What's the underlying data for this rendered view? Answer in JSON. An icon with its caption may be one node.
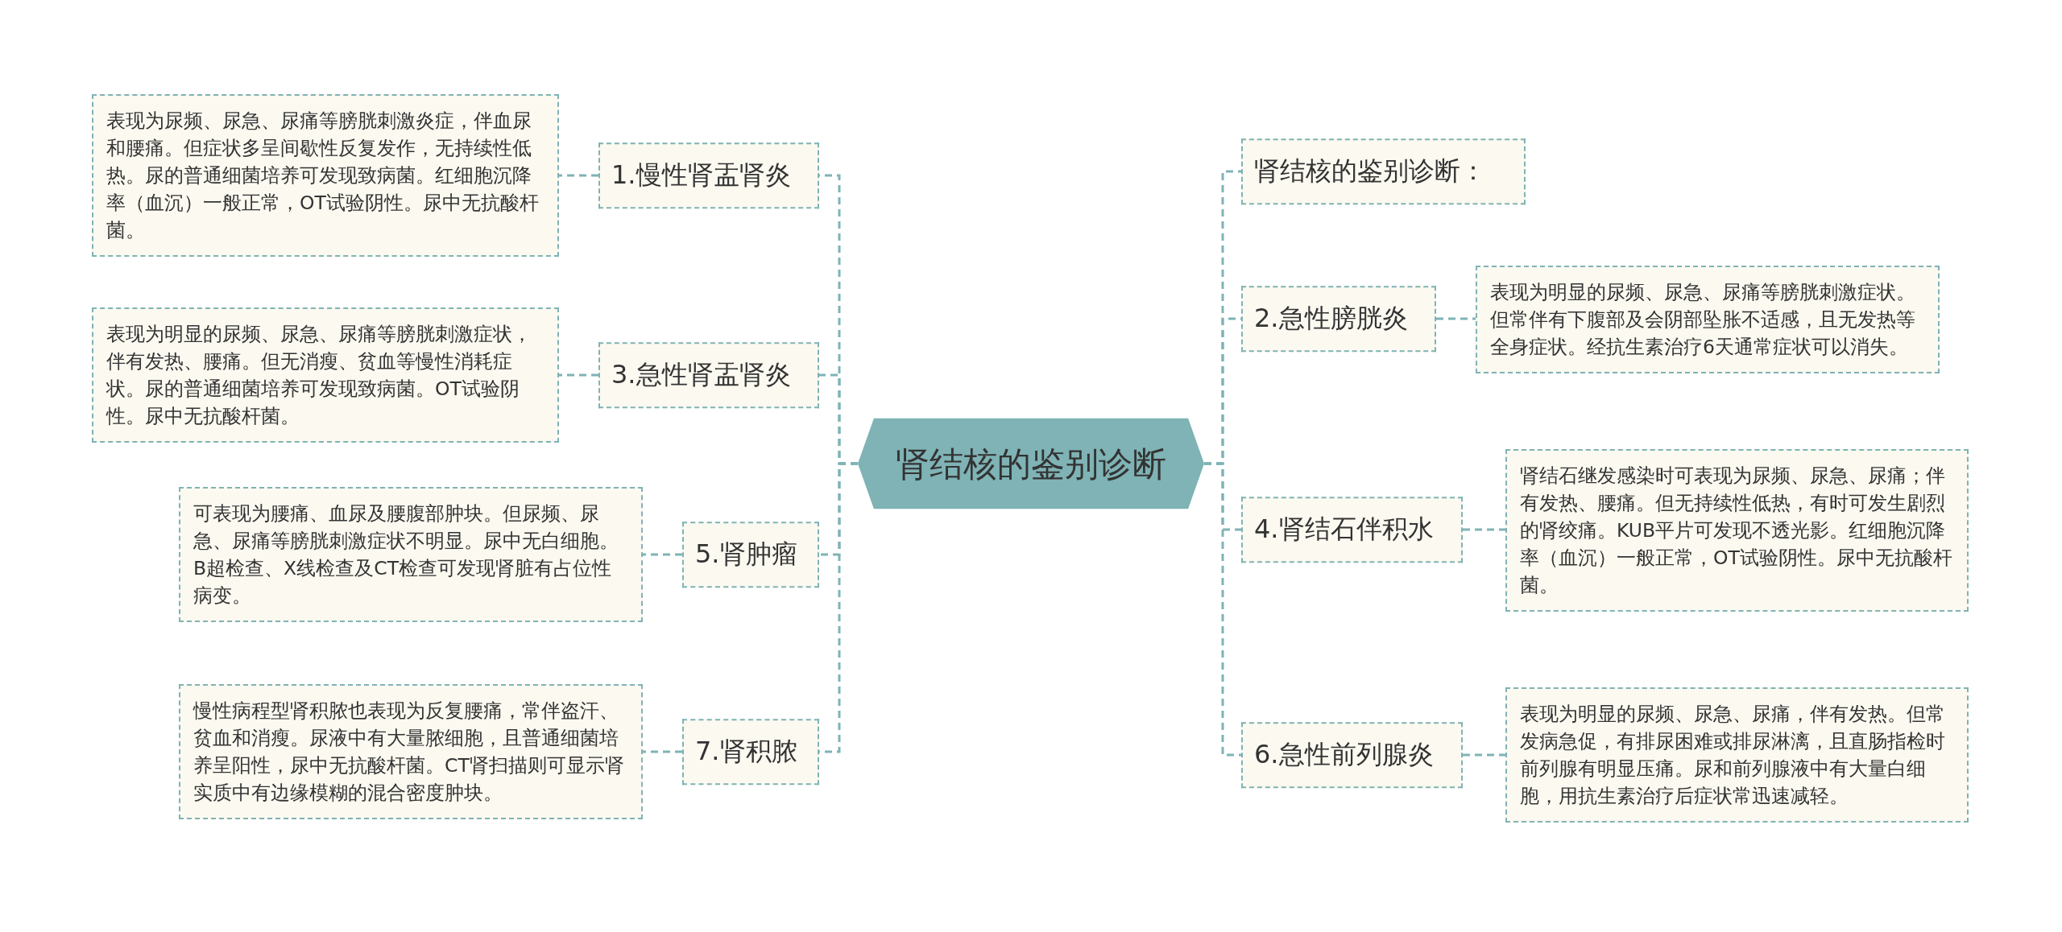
{
  "diagram": {
    "nodes": [
      {
        "text": [
          "肾结核的鉴别诊断"
        ]
      },
      {
        "text": [
          "1.慢性肾盂肾炎"
        ]
      },
      {
        "text": [
          "表现为尿频、尿急、尿痛等膀胱刺激炎症，伴血尿和腰痛。但症状多呈间歇性反复发作，无持续性低热。尿的普通细菌培养可发现致病菌。红细胞沉降率（血沉）一般正常，OT试验阴性。尿中无抗酸杆菌。"
        ]
      },
      {
        "text": [
          "3.急性肾盂肾炎"
        ]
      },
      {
        "text": [
          "表现为明显的尿频、尿急、尿痛等膀胱刺激症状，伴有发热、腰痛。但无消瘦、贫血等慢性消耗症状。尿的普通细菌培养可发现致病菌。OT试验阴性。尿中无抗酸杆菌。"
        ]
      },
      {
        "text": [
          "5.肾肿瘤"
        ]
      },
      {
        "text": [
          "可表现为腰痛、血尿及腰腹部肿块。但尿频、尿急、尿痛等膀胱刺激症状不明显。尿中无白细胞。B超检查、X线检查及CT检查可发现肾脏有占位性病变。"
        ]
      },
      {
        "text": [
          "7.肾积脓"
        ]
      },
      {
        "text": [
          "慢性病程型肾积脓也表现为反复腰痛，常伴盗汗、贫血和消瘦。尿液中有大量脓细胞，且普通细菌培养呈阳性，尿中无抗酸杆菌。CT肾扫描则可显示肾实质中有边缘模糊的混合密度肿块。"
        ]
      },
      {
        "text": [
          "肾结核的鉴别诊断："
        ]
      },
      {
        "text": [
          "2.急性膀胱炎"
        ]
      },
      {
        "text": [
          "表现为明显的尿频、尿急、尿痛等膀胱刺激症状。但常伴有下腹部及会阴部坠胀不适感，且无发热等全身症状。经抗生素治疗6天通常症状可以消失。"
        ]
      },
      {
        "text": [
          "4.肾结石伴积水"
        ]
      },
      {
        "text": [
          "肾结石继发感染时可表现为尿频、尿急、尿痛；伴有发热、腰痛。但无持续性低热，有时可发生剧烈的肾绞痛。KUB平片可发现不透光影。红细胞沉降率（血沉）一般正常，OT试验阴性。尿中无抗酸杆菌。"
        ]
      },
      {
        "text": [
          "6.急性前列腺炎"
        ]
      },
      {
        "text": [
          "表现为明显的尿频、尿急、尿痛，伴有发热。但常发病急促，有排尿困难或排尿淋漓，且直肠指检时前列腺有明显压痛。尿和前列腺液中有大量白细胞，用抗生素治疗后症状常迅速减轻。"
        ]
      }
    ],
    "edges": [
      {
        "from": 0,
        "to": 1,
        "arrow": "none"
      },
      {
        "from": 0,
        "to": 3,
        "arrow": "none"
      },
      {
        "from": 0,
        "to": 5,
        "arrow": "none"
      },
      {
        "from": 0,
        "to": 7,
        "arrow": "none"
      },
      {
        "from": 0,
        "to": 9,
        "arrow": "none"
      },
      {
        "from": 0,
        "to": 10,
        "arrow": "none"
      },
      {
        "from": 0,
        "to": 12,
        "arrow": "none"
      },
      {
        "from": 0,
        "to": 14,
        "arrow": "none"
      },
      {
        "from": 1,
        "to": 2,
        "arrow": "none"
      },
      {
        "from": 3,
        "to": 4,
        "arrow": "none"
      },
      {
        "from": 5,
        "to": 6,
        "arrow": "none"
      },
      {
        "from": 7,
        "to": 8,
        "arrow": "none"
      },
      {
        "from": 10,
        "to": 11,
        "arrow": "none"
      },
      {
        "from": 12,
        "to": 13,
        "arrow": "none"
      },
      {
        "from": 14,
        "to": 15,
        "arrow": "none"
      }
    ]
  }
}
